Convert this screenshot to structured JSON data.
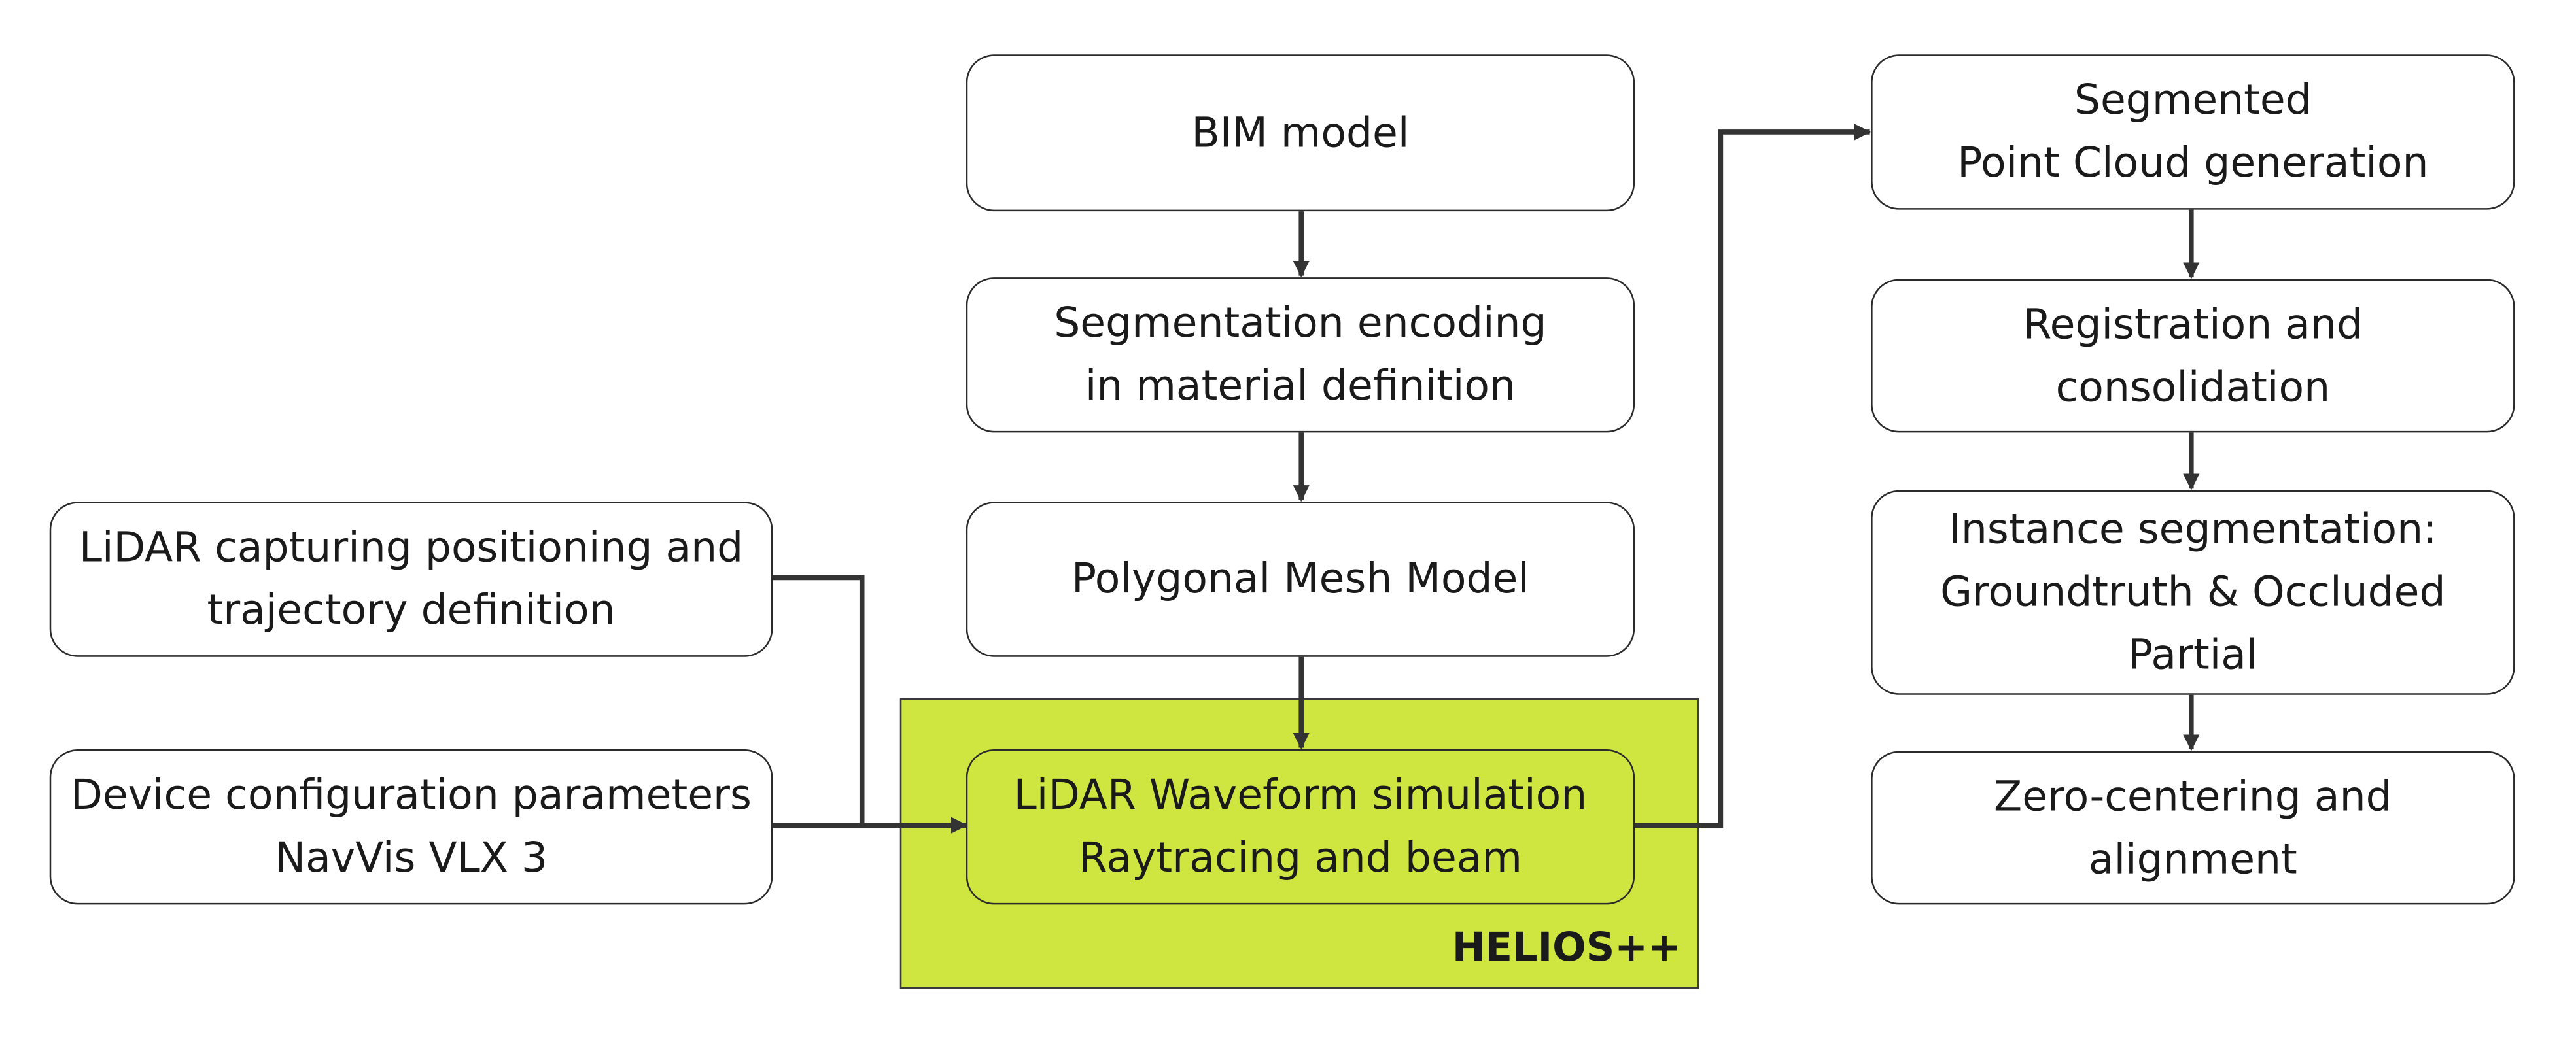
{
  "colors": {
    "helios_fill": "#cfe641",
    "stroke": "#2b2b2b",
    "node_fill": "#ffffff"
  },
  "helios": {
    "label": "HELIOS++"
  },
  "nodes": {
    "bim_model": [
      "BIM model"
    ],
    "segmentation_encoding": [
      "Segmentation encoding",
      "in material definition"
    ],
    "polygonal_mesh": [
      "Polygonal Mesh Model"
    ],
    "lidar_positioning": [
      "LiDAR capturing positioning and",
      "trajectory definition"
    ],
    "device_config": [
      "Device configuration parameters",
      "NavVis VLX 3"
    ],
    "lidar_simulation": [
      "LiDAR Waveform simulation",
      "Raytracing and beam"
    ],
    "segmented_point_cloud": [
      "Segmented",
      "Point Cloud generation"
    ],
    "registration": [
      "Registration and",
      "consolidation"
    ],
    "instance_segmentation": [
      "Instance segmentation:",
      "Groundtruth & Occluded",
      "Partial"
    ],
    "zero_centering": [
      "Zero-centering and",
      "alignment"
    ]
  }
}
